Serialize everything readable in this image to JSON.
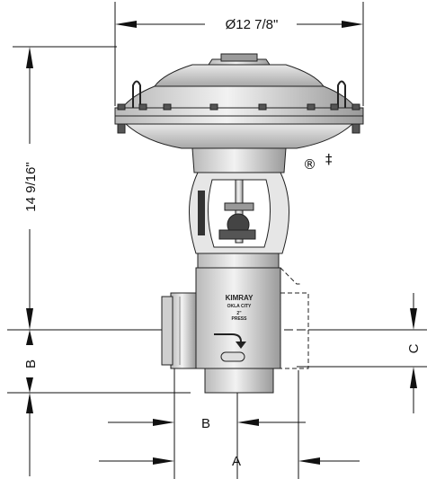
{
  "dimensions": {
    "diameter": "Ø12 7/8\"",
    "height": "14 9/16\"",
    "a": "A",
    "b_vertical": "B",
    "b_horizontal": "B",
    "c": "C"
  },
  "marks": {
    "registered": "®",
    "double_dagger": "‡"
  },
  "nameplate": {
    "brand": "KIMRAY",
    "city": "OKLA CITY",
    "size": "2\"",
    "model": "PRESS"
  }
}
